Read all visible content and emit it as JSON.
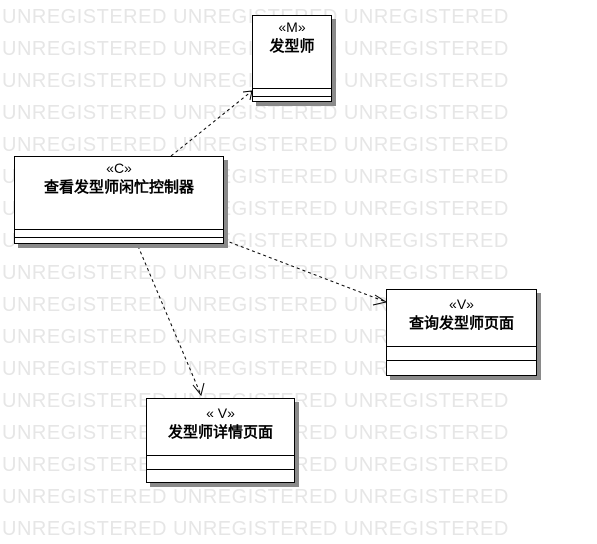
{
  "watermark": {
    "text": "UNREGISTERED UNREGISTERED UNREGISTERED"
  },
  "classes": {
    "model": {
      "stereotype": "«M»",
      "name": "发型师"
    },
    "controller": {
      "stereotype": "«C»",
      "name": "查看发型师闲忙控制器"
    },
    "view_query": {
      "stereotype": "«V»",
      "name": "查询发型师页面"
    },
    "view_detail": {
      "stereotype": "« V»",
      "name": "发型师详情页面"
    }
  },
  "dependencies": [
    {
      "from": "查看发型师闲忙控制器",
      "to": "发型师",
      "style": "dashed-open-arrow"
    },
    {
      "from": "查看发型师闲忙控制器",
      "to": "查询发型师页面",
      "style": "dashed-open-arrow"
    },
    {
      "from": "查看发型师闲忙控制器",
      "to": "发型师详情页面",
      "style": "dashed-open-arrow"
    }
  ]
}
